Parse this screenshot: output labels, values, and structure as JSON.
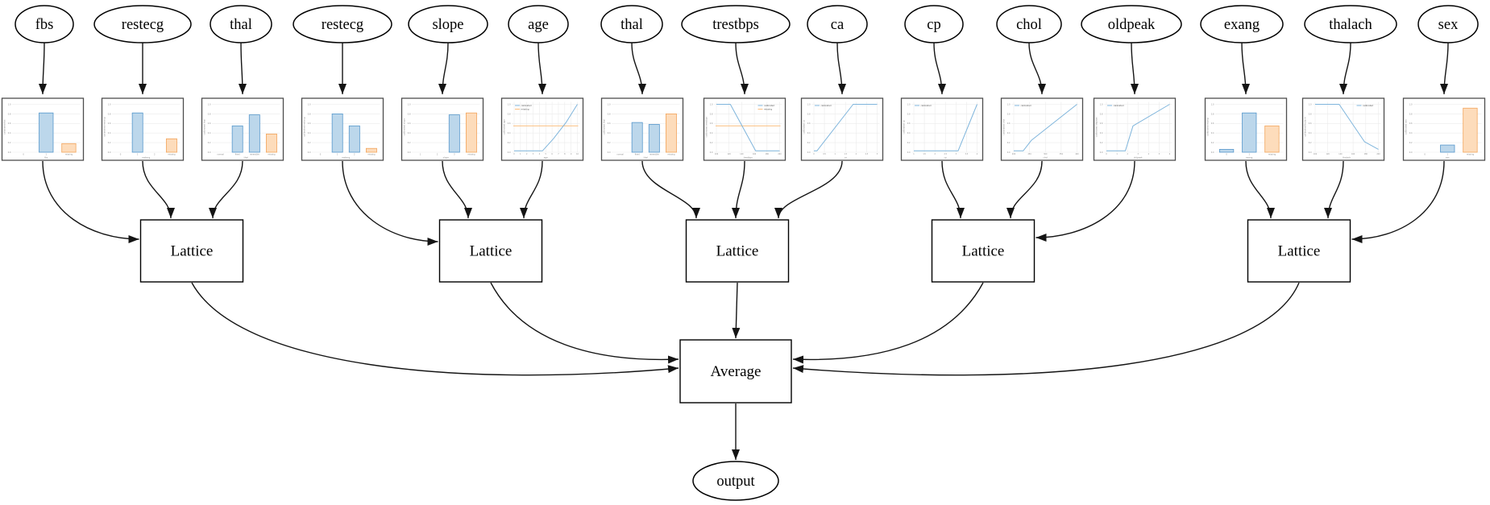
{
  "diagram": {
    "node_labels": {
      "lattice": "Lattice",
      "average": "Average",
      "output": "output"
    },
    "legend_labels": {
      "calibrated": "calibrated",
      "missing": "missing"
    },
    "yticks": [
      "0.0",
      "0.2",
      "0.4",
      "0.6",
      "0.8",
      "1.0"
    ],
    "colors": {
      "bar_blue_fill": "#bcd7eb",
      "bar_blue_edge": "#5597cb",
      "bar_orange_fill": "#fddcbb",
      "bar_orange_edge": "#f2a45c",
      "line_blue": "#7fb5dc",
      "line_orange": "#fcbd7d",
      "grid": "#ebebeb",
      "axis_text": "#8a8a8a",
      "edge": "#141414",
      "node_border": "#000000",
      "thumb_border": "#4d4d4d"
    },
    "features": [
      {
        "label": "fbs",
        "chart": {
          "type": "bar",
          "xlabel": "fbs",
          "ylabel": "calibrated fbs",
          "categories": [
            "0",
            "1",
            "missing"
          ],
          "values": [
            0,
            0.82,
            0.18
          ],
          "bar_colors": [
            "blue",
            "blue",
            "orange"
          ]
        }
      },
      {
        "label": "restecg",
        "chart": {
          "type": "bar",
          "xlabel": "restecg",
          "ylabel": "calibrated restecg",
          "categories": [
            "0",
            "1",
            "2",
            "missing"
          ],
          "values": [
            0,
            0.82,
            0,
            0.28
          ],
          "bar_colors": [
            "blue",
            "blue",
            "blue",
            "orange"
          ]
        }
      },
      {
        "label": "thal",
        "chart": {
          "type": "bar",
          "xlabel": "thal",
          "ylabel": "calibrated thal",
          "categories": [
            "normal",
            "fixed",
            "reversible",
            "missing"
          ],
          "values": [
            0,
            0.55,
            0.78,
            0.38
          ],
          "bar_colors": [
            "blue",
            "blue",
            "blue",
            "orange"
          ]
        }
      },
      {
        "label": "restecg",
        "chart": {
          "type": "bar",
          "xlabel": "restecg",
          "ylabel": "calibrated restecg",
          "categories": [
            "0",
            "1",
            "2",
            "missing"
          ],
          "values": [
            0,
            0.8,
            0.55,
            0.08
          ],
          "bar_colors": [
            "blue",
            "blue",
            "blue",
            "orange"
          ]
        }
      },
      {
        "label": "slope",
        "chart": {
          "type": "bar",
          "xlabel": "slope",
          "ylabel": "calibrated slope",
          "categories": [
            "1",
            "2",
            "3",
            "missing"
          ],
          "values": [
            0,
            0,
            0.78,
            0.82
          ],
          "bar_colors": [
            "blue",
            "blue",
            "blue",
            "orange"
          ]
        }
      },
      {
        "label": "age",
        "chart": {
          "type": "line",
          "xlabel": "age",
          "ylabel": "calibrated age",
          "points": [
            [
              0,
              0.03
            ],
            [
              0.45,
              0.03
            ],
            [
              0.62,
              0.28
            ],
            [
              0.82,
              0.62
            ],
            [
              1,
              1.0
            ]
          ],
          "missing_value": 0.55,
          "legend": [
            "calibrated",
            "missing"
          ],
          "legend_pos": "top-left",
          "xticks": [
            "0",
            "1",
            "2",
            "3",
            "4",
            "5",
            "6",
            "7",
            "8",
            "9",
            "10"
          ]
        }
      },
      {
        "label": "thal",
        "chart": {
          "type": "bar",
          "xlabel": "thal",
          "ylabel": "calibrated thal",
          "categories": [
            "normal",
            "fixed",
            "reversible",
            "missing"
          ],
          "values": [
            0,
            0.62,
            0.58,
            0.8
          ],
          "bar_colors": [
            "blue",
            "blue",
            "blue",
            "orange"
          ]
        }
      },
      {
        "label": "trestbps",
        "chart": {
          "type": "line",
          "xlabel": "trestbps",
          "ylabel": "calibrated trestbps",
          "points": [
            [
              0,
              1.0
            ],
            [
              0.22,
              1.0
            ],
            [
              0.62,
              0.03
            ],
            [
              1,
              0.03
            ]
          ],
          "missing_value": 0.55,
          "legend": [
            "calibrated",
            "missing"
          ],
          "legend_pos": "top-right",
          "xticks": [
            "100",
            "120",
            "140",
            "160",
            "180",
            "200"
          ]
        }
      },
      {
        "label": "ca",
        "chart": {
          "type": "line",
          "xlabel": "ca",
          "ylabel": "calibrated ca",
          "points": [
            [
              0,
              0.03
            ],
            [
              0.05,
              0.03
            ],
            [
              0.62,
              1.0
            ],
            [
              1,
              1.0
            ]
          ],
          "legend": [
            "calibrated"
          ],
          "legend_pos": "top-left",
          "xticks": [
            "0",
            "0.5",
            "1",
            "1.5",
            "2",
            "2.5",
            "3"
          ]
        }
      },
      {
        "label": "cp",
        "chart": {
          "type": "line",
          "xlabel": "cp",
          "ylabel": "calibrated cp",
          "points": [
            [
              0,
              0.03
            ],
            [
              0.7,
              0.03
            ],
            [
              1,
              1.0
            ]
          ],
          "legend": [
            "calibrated"
          ],
          "legend_pos": "top-left",
          "xticks": [
            "1",
            "1.5",
            "2",
            "2.5",
            "3",
            "3.5",
            "4"
          ]
        }
      },
      {
        "label": "chol",
        "chart": {
          "type": "line",
          "xlabel": "chol",
          "ylabel": "calibrated chol",
          "points": [
            [
              0,
              0.03
            ],
            [
              0.15,
              0.03
            ],
            [
              0.28,
              0.25
            ],
            [
              1,
              1.0
            ]
          ],
          "legend": [
            "calibrated"
          ],
          "legend_pos": "top-left",
          "xticks": [
            "200",
            "250",
            "300",
            "350",
            "400"
          ]
        }
      },
      {
        "label": "oldpeak",
        "chart": {
          "type": "line",
          "xlabel": "oldpeak",
          "ylabel": "calibrated oldpeak",
          "points": [
            [
              0,
              0.03
            ],
            [
              0.3,
              0.03
            ],
            [
              0.42,
              0.55
            ],
            [
              1,
              1.0
            ]
          ],
          "legend": [
            "calibrated"
          ],
          "legend_pos": "top-left",
          "xticks": [
            "0",
            "1",
            "2",
            "3",
            "4",
            "5",
            "6"
          ]
        }
      },
      {
        "label": "exang",
        "chart": {
          "type": "bar",
          "xlabel": "exang",
          "ylabel": "calibrated exang",
          "categories": [
            "0",
            "1",
            "missing"
          ],
          "values": [
            0.06,
            0.82,
            0.55
          ],
          "bar_colors": [
            "blue",
            "blue",
            "orange"
          ]
        }
      },
      {
        "label": "thalach",
        "chart": {
          "type": "line",
          "xlabel": "thalach",
          "ylabel": "calibrated thalach",
          "points": [
            [
              0,
              1.0
            ],
            [
              0.38,
              1.0
            ],
            [
              0.78,
              0.22
            ],
            [
              1,
              0.06
            ]
          ],
          "legend": [
            "calibrated"
          ],
          "legend_pos": "top-right",
          "xticks": [
            "100",
            "120",
            "140",
            "160",
            "180",
            "200"
          ]
        }
      },
      {
        "label": "sex",
        "chart": {
          "type": "bar",
          "xlabel": "sex",
          "ylabel": "calibrated sex",
          "categories": [
            "0",
            "1",
            "missing"
          ],
          "values": [
            0,
            0.15,
            0.92
          ],
          "bar_colors": [
            "blue",
            "blue",
            "orange"
          ]
        }
      }
    ]
  }
}
